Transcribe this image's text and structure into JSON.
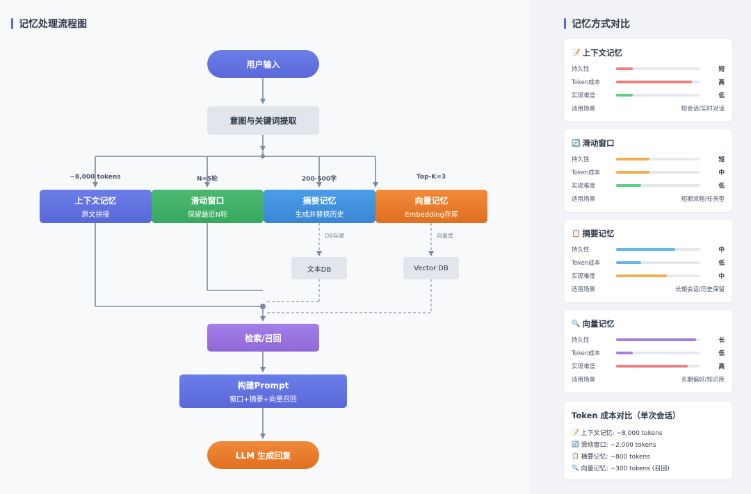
{
  "flow": {
    "title": "记忆处理流程图",
    "user_input": "用户输入",
    "intent": "意图与关键词提取",
    "labels": {
      "context": "~8,000 tokens",
      "window": "N=5轮",
      "summary": "200-500字",
      "vector": "Top-K=3"
    },
    "modules": {
      "context": {
        "title": "上下文记忆",
        "sub": "原文拼接"
      },
      "window": {
        "title": "滑动窗口",
        "sub": "保留最近N轮"
      },
      "summary": {
        "title": "摘要记忆",
        "sub": "生成并替换历史"
      },
      "vector": {
        "title": "向量记忆",
        "sub": "Embedding存库"
      }
    },
    "db_store_label": "DB存储",
    "vector_store_label": "向量库",
    "text_db": "文本DB",
    "vector_db": "Vector DB",
    "retrieve": "检索/召回",
    "build_title": "构建Prompt",
    "build_sub": "窗口+摘要+向量召回",
    "llm": "LLM 生成回复"
  },
  "compare": {
    "title": "记忆方式对比",
    "metric_labels": [
      "持久性",
      "Token成本",
      "实现难度"
    ],
    "scene_label": "适用场景",
    "cards": [
      {
        "icon": "📝",
        "icon_name": "memo-icon",
        "name": "上下文记忆",
        "metrics": [
          {
            "value": "短",
            "level": 0.2,
            "color": "#f07f7f"
          },
          {
            "value": "高",
            "level": 0.9,
            "color": "#f07f7f"
          },
          {
            "value": "低",
            "level": 0.2,
            "color": "#5ccf86"
          }
        ],
        "scene": "短会话/实时对话"
      },
      {
        "icon": "🔄",
        "icon_name": "refresh-icon",
        "name": "滑动窗口",
        "metrics": [
          {
            "value": "短",
            "level": 0.4,
            "color": "#f3ae52"
          },
          {
            "value": "中",
            "level": 0.4,
            "color": "#f3ae52"
          },
          {
            "value": "低",
            "level": 0.3,
            "color": "#5ccf86"
          }
        ],
        "scene": "短期流程/任务型"
      },
      {
        "icon": "📋",
        "icon_name": "clipboard-icon",
        "name": "摘要记忆",
        "metrics": [
          {
            "value": "中",
            "level": 0.7,
            "color": "#64b5e8"
          },
          {
            "value": "低",
            "level": 0.3,
            "color": "#64b5e8"
          },
          {
            "value": "中",
            "level": 0.6,
            "color": "#f3ae52"
          }
        ],
        "scene": "长期会话/历史保留"
      },
      {
        "icon": "🔍",
        "icon_name": "search-icon",
        "name": "向量记忆",
        "metrics": [
          {
            "value": "长",
            "level": 0.95,
            "color": "#a37ee8"
          },
          {
            "value": "低",
            "level": 0.2,
            "color": "#a37ee8"
          },
          {
            "value": "高",
            "level": 0.85,
            "color": "#f07f7f"
          }
        ],
        "scene": "长期偏好/知识库"
      }
    ]
  },
  "cost": {
    "title": "Token 成本对比（单次会话）",
    "lines": [
      {
        "icon": "📝",
        "icon_name": "memo-icon",
        "text": "上下文记忆: ~8,000 tokens"
      },
      {
        "icon": "🔄",
        "icon_name": "refresh-icon",
        "text": "滑动窗口: ~2,000 tokens"
      },
      {
        "icon": "📋",
        "icon_name": "clipboard-icon",
        "text": "摘要记忆: ~800 tokens"
      },
      {
        "icon": "🔍",
        "icon_name": "search-icon",
        "text": "向量记忆: ~300 tokens (召回)"
      }
    ]
  }
}
